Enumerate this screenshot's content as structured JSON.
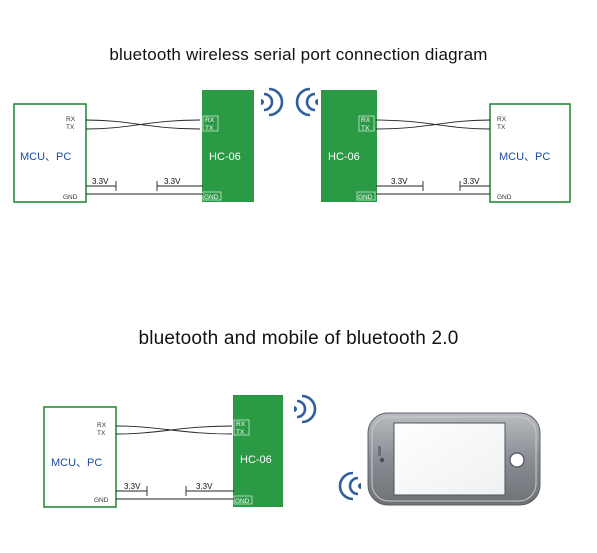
{
  "titles": {
    "serial": "bluetooth wireless serial port connection diagram",
    "mobile": "bluetooth and mobile of bluetooth 2.0"
  },
  "host": {
    "label": "MCU、PC",
    "pin_rx": "RX",
    "pin_tx": "TX",
    "pin_gnd": "GND"
  },
  "module": {
    "label": "HC-06",
    "pin_rx": "RX",
    "pin_tx": "TX",
    "pin_gnd": "GND"
  },
  "supply": {
    "label": "3.3V"
  },
  "colors": {
    "module_green": "#2a9a45",
    "module_text": "#ffffff",
    "host_border": "#2a8a3a",
    "host_text": "#1a4aa0",
    "signal_blue": "#2f5f9f",
    "phone_body": "#8a8e94"
  },
  "icons": [
    "wireless-signal-icon",
    "smartphone-icon"
  ]
}
